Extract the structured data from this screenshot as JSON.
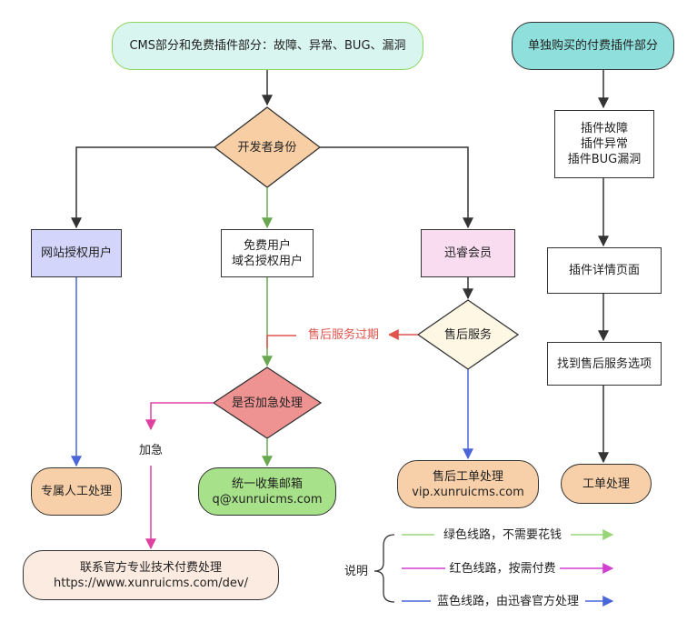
{
  "colors": {
    "green": "#6aa84f",
    "magenta": "#e040a0",
    "blue": "#4a66d8",
    "red": "#e0544d",
    "gray": "#333333"
  },
  "nodes": {
    "cms_free": "CMS部分和免费插件部分：故障、异常、BUG、漏洞",
    "paid_plugin": "单独购买的付费插件部分",
    "developer_identity": "开发者身份",
    "website_licensed": "网站授权用户",
    "free_user_line1": "免费用户",
    "free_user_line2": "域名授权用户",
    "xunrui_member": "迅睿会员",
    "after_sales": "售后服务",
    "after_sales_expired": "售后服务过期",
    "is_urgent": "是否加急处理",
    "urgent": "加急",
    "dedicated_support": "专属人工处理",
    "mailbox_line1": "统一收集邮箱",
    "mailbox_line2": "q@xunruicms.com",
    "ticket_line1": "售后工单处理",
    "ticket_line2": "vip.xunruicms.com",
    "official_line1": "联系官方专业技术付费处理",
    "official_line2": "https://www.xunruicms.com/dev/",
    "plugin_issues_line1": "插件故障",
    "plugin_issues_line2": "插件异常",
    "plugin_issues_line3": "插件BUG漏洞",
    "plugin_detail": "插件详情页面",
    "find_after_sales": "找到售后服务选项",
    "work_order": "工单处理"
  },
  "legend": {
    "title": "说明",
    "green_line": "绿色线路，不需要花钱",
    "red_line": "红色线路，按需付费",
    "blue_line": "蓝色线路，由迅睿官方处理"
  }
}
